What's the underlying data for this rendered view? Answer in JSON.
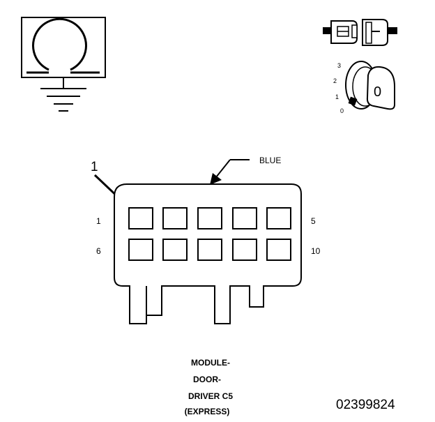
{
  "ohmmeter_icon": {
    "name": "ohm-symbol-icon",
    "ground": "ground-icon"
  },
  "ignition_icon": {
    "name": "ignition-key-icon",
    "positions": [
      "3",
      "2",
      "1",
      "0"
    ],
    "key_label": "0"
  },
  "fuse_icon": {
    "name": "connector-plug-icon"
  },
  "connector": {
    "color_label": "BLUE",
    "callout_number": "1",
    "pin_labels": {
      "top_left": "1",
      "top_right": "5",
      "bottom_left": "6",
      "bottom_right": "10"
    }
  },
  "caption": {
    "line1": "MODULE-",
    "line2": "DOOR-",
    "line3": "DRIVER C5",
    "line4": "(EXPRESS)"
  },
  "figure_number": "02399824"
}
